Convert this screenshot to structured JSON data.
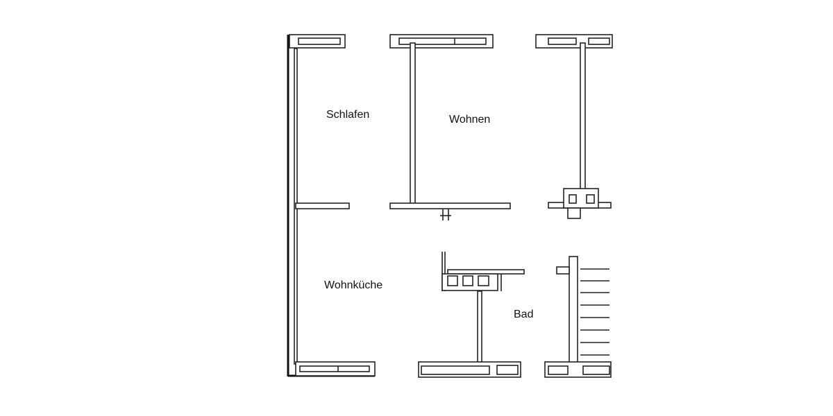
{
  "floor_plan": {
    "rooms": [
      {
        "id": "schlafen",
        "label": "Schlafen"
      },
      {
        "id": "wohnen",
        "label": "Wohnen"
      },
      {
        "id": "wohnkueche",
        "label": "Wohnküche"
      },
      {
        "id": "bad",
        "label": "Bad"
      }
    ],
    "colors": {
      "background": "#ffffff",
      "lines": "#222222"
    }
  }
}
